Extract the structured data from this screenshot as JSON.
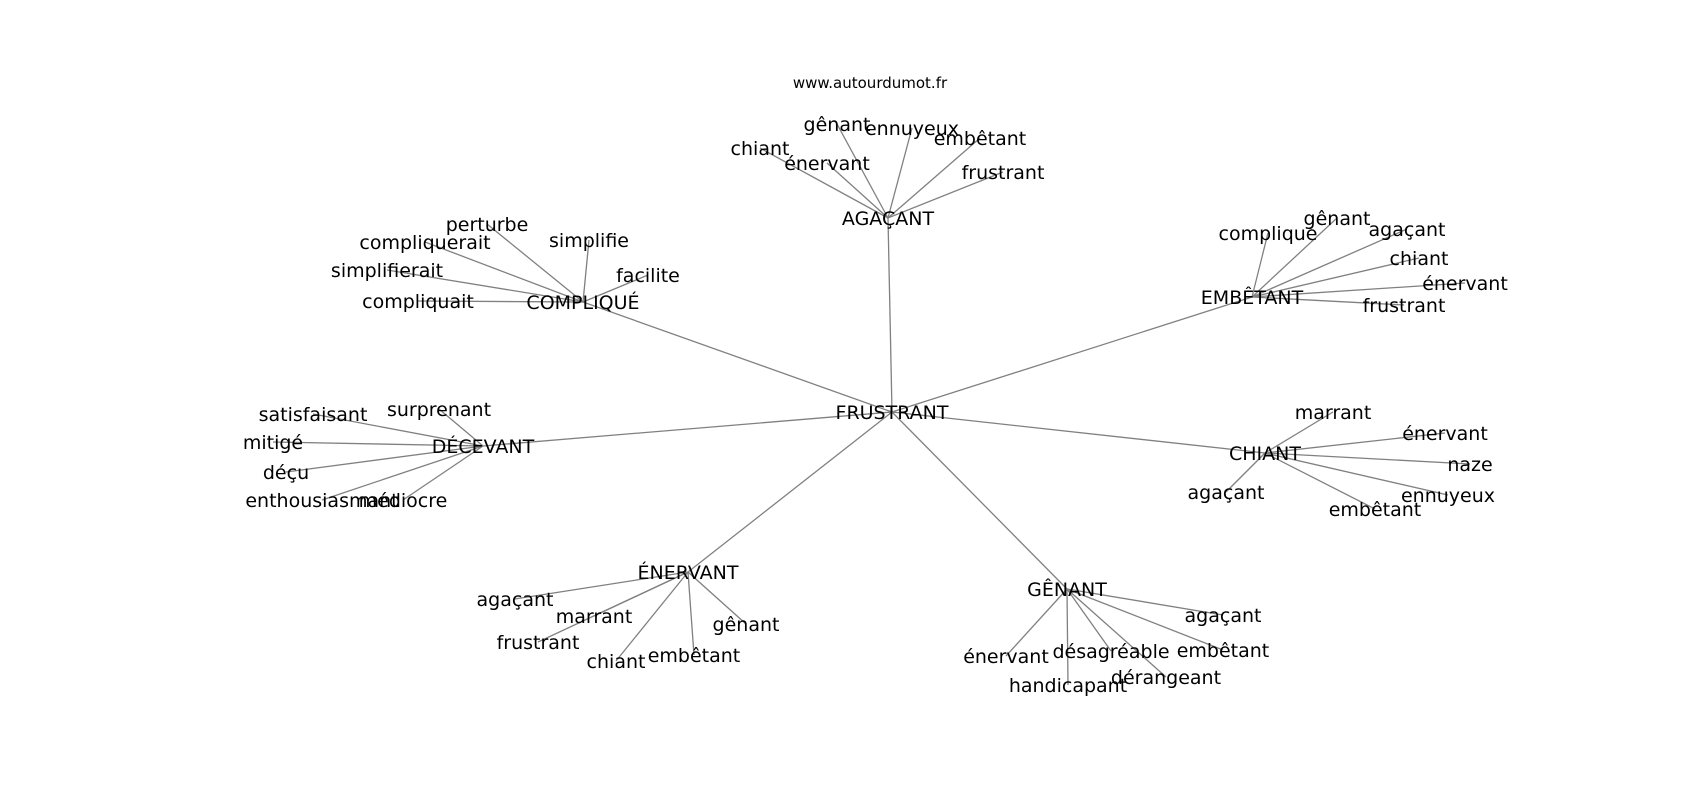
{
  "source_label": "www.autourdumot.fr",
  "center": {
    "id": "frustrant",
    "label": "FRUSTRANT"
  },
  "clusters": [
    {
      "id": "agacant",
      "label": "AGAÇANT",
      "words": [
        "chiant",
        "gênant",
        "ennuyeux",
        "embêtant",
        "énervant",
        "frustrant"
      ]
    },
    {
      "id": "embetant",
      "label": "EMBÊTANT",
      "words": [
        "complique",
        "gênant",
        "agaçant",
        "chiant",
        "énervant",
        "frustrant"
      ]
    },
    {
      "id": "complique",
      "label": "COMPLIQUÉ",
      "words": [
        "perturbe",
        "compliquerait",
        "simplifie",
        "simplifierait",
        "facilite",
        "compliquait"
      ]
    },
    {
      "id": "decevant",
      "label": "DÉCEVANT",
      "words": [
        "satisfaisant",
        "surprenant",
        "mitigé",
        "déçu",
        "enthousiasmant",
        "médiocre"
      ]
    },
    {
      "id": "chiant",
      "label": "CHIANT",
      "words": [
        "marrant",
        "énervant",
        "naze",
        "agaçant",
        "ennuyeux",
        "embêtant"
      ]
    },
    {
      "id": "enervant",
      "label": "ÉNERVANT",
      "words": [
        "agaçant",
        "marrant",
        "gênant",
        "frustrant",
        "chiant",
        "embêtant"
      ]
    },
    {
      "id": "genant",
      "label": "GÊNANT",
      "words": [
        "agaçant",
        "désagréable",
        "embêtant",
        "énervant",
        "dérangeant",
        "handicapant"
      ]
    }
  ]
}
